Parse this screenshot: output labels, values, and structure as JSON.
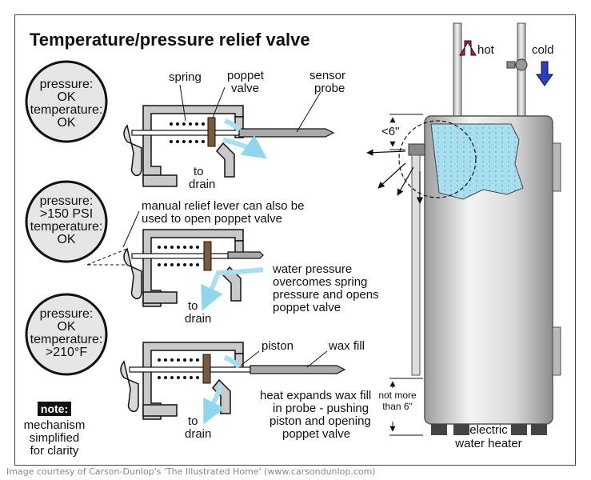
{
  "title": "Temperature/pressure relief valve",
  "states": [
    {
      "lines": [
        "pressure:",
        "OK",
        "temperature:",
        "OK"
      ]
    },
    {
      "lines": [
        "pressure:",
        ">150 PSI",
        "temperature:",
        "OK"
      ]
    },
    {
      "lines": [
        "pressure:",
        "OK",
        "temperature:",
        ">210°F"
      ]
    }
  ],
  "valve1": {
    "spring": "spring",
    "poppet": [
      "poppet",
      "valve"
    ],
    "sensor": [
      "sensor",
      "probe"
    ],
    "drain": [
      "to",
      "drain"
    ]
  },
  "valve2": {
    "lever": [
      "manual relief lever can also be",
      "used to open poppet valve"
    ],
    "pressure_note": [
      "water pressure",
      "overcomes spring",
      "pressure and opens",
      "poppet valve"
    ],
    "drain": [
      "to",
      "drain"
    ]
  },
  "valve3": {
    "piston": "piston",
    "wax": "wax fill",
    "heat_note": [
      "heat expands wax fill",
      "in probe - pushing",
      "piston and opening",
      "poppet valve"
    ],
    "drain": [
      "to",
      "drain"
    ]
  },
  "note": {
    "badge": "note:",
    "lines": [
      "mechanism",
      "simplified",
      "for clarity"
    ]
  },
  "heater": {
    "hot": "hot",
    "cold": "cold",
    "six_inch": "<6\"",
    "not_more": [
      "not more",
      "than 6\""
    ],
    "label": [
      "electric",
      "water heater"
    ]
  },
  "colors": {
    "water": "#a8dff0",
    "hot_arrow": "#d11a2a",
    "cold_arrow": "#2a3fc4",
    "casing": "#c9c9c9",
    "body_grey": "#a9a9a9"
  },
  "credit": "Image courtesy of Carson-Dunlop's 'The Illustrated Home' (www.carsondunlop.com)"
}
